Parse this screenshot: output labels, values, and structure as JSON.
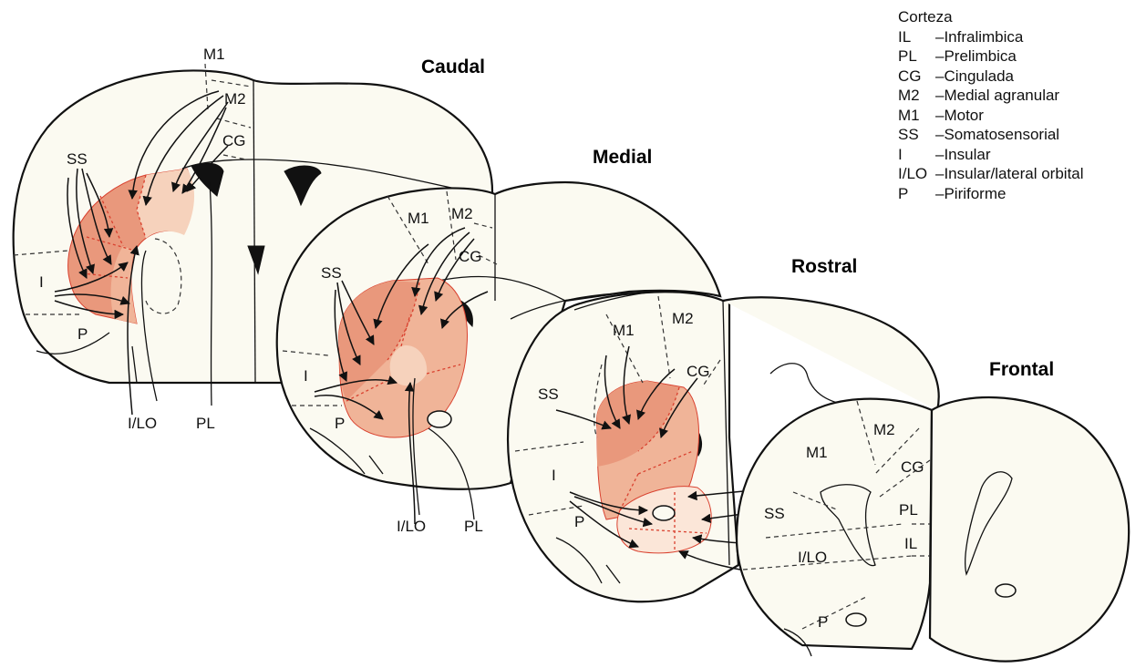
{
  "sections": {
    "caudal": "Caudal",
    "medial": "Medial",
    "rostral": "Rostral",
    "frontal": "Frontal"
  },
  "region_labels": {
    "caudal": {
      "m1": "M1",
      "m2": "M2",
      "cg": "CG",
      "ss": "SS",
      "i": "I",
      "p": "P",
      "ilo": "I/LO",
      "pl": "PL"
    },
    "medial": {
      "m1": "M1",
      "m2": "M2",
      "cg": "CG",
      "ss": "SS",
      "i": "I",
      "p": "P",
      "ilo": "I/LO",
      "pl": "PL"
    },
    "rostral": {
      "m1": "M1",
      "m2": "M2",
      "cg": "CG",
      "ss": "SS",
      "i": "I",
      "p": "P"
    },
    "frontal": {
      "m1": "M1",
      "m2": "M2",
      "cg": "CG",
      "ss": "SS",
      "pl": "PL",
      "il": "IL",
      "ilo": "I/LO",
      "p": "P"
    }
  },
  "legend": {
    "title": "Corteza",
    "items": [
      {
        "abbr": "IL",
        "name": "–Infralimbica"
      },
      {
        "abbr": "PL",
        "name": "–Prelimbica"
      },
      {
        "abbr": "CG",
        "name": "–Cingulada"
      },
      {
        "abbr": "M2",
        "name": "–Medial agranular"
      },
      {
        "abbr": "M1",
        "name": "–Motor"
      },
      {
        "abbr": "SS",
        "name": "–Somatosensorial"
      },
      {
        "abbr": "I",
        "name": "–Insular"
      },
      {
        "abbr": "I/LO",
        "name": "–Insular/lateral orbital"
      },
      {
        "abbr": "P",
        "name": "–Piriforme"
      }
    ]
  },
  "colors": {
    "background": "#ffffff",
    "tissue": "#fbfaf1",
    "striatum_dark": "#e9987c",
    "striatum_mid": "#f0b498",
    "striatum_light": "#f6d2bc",
    "striatum_pale": "#fbe6d8",
    "boundary_dash": "#d9412f",
    "outline": "#111111"
  }
}
